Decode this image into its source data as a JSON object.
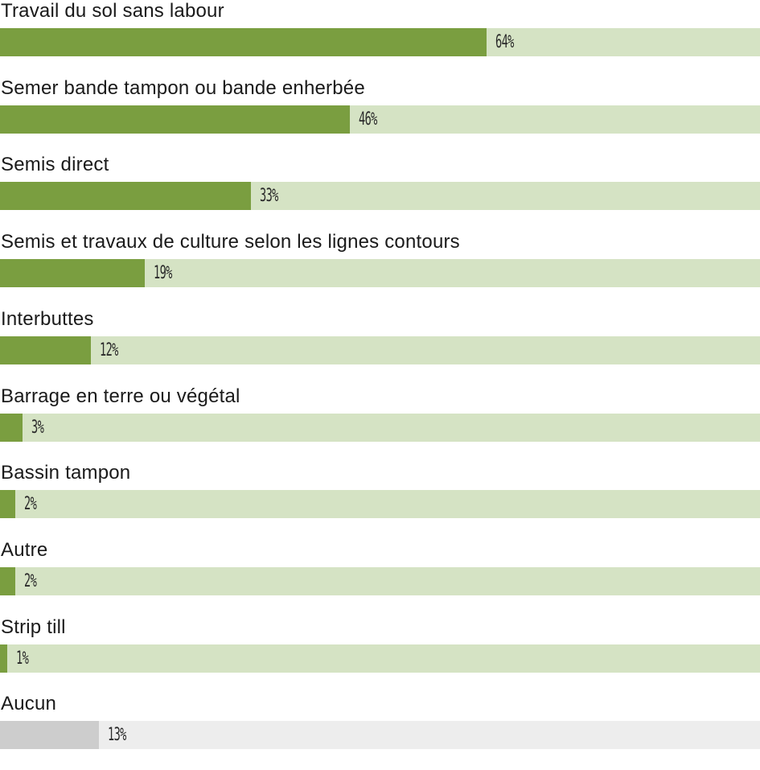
{
  "chart_data": {
    "type": "bar",
    "orientation": "horizontal",
    "categories": [
      "Travail du sol sans labour",
      "Semer bande tampon ou bande enherbée",
      "Semis direct",
      "Semis et travaux de culture selon les lignes contours",
      "Interbuttes",
      "Barrage en terre ou végétal",
      "Bassin tampon",
      "Autre",
      "Strip till",
      "Aucun"
    ],
    "values": [
      64,
      46,
      33,
      19,
      12,
      3,
      2,
      2,
      1,
      13
    ],
    "value_labels": [
      "64%",
      "46%",
      "33%",
      "19%",
      "12%",
      "3%",
      "2%",
      "2%",
      "1%",
      "13%"
    ],
    "xlim": [
      0,
      100
    ],
    "grid": false,
    "legend": "none"
  },
  "colors": {
    "bar_fill": "#7a9e40",
    "bar_track": "#d5e3c4",
    "none_fill": "#cdcdcd",
    "none_track": "#ededed",
    "label_text": "#1a1a1a",
    "value_text": "#2b2b2b"
  },
  "none_category": "Aucun"
}
